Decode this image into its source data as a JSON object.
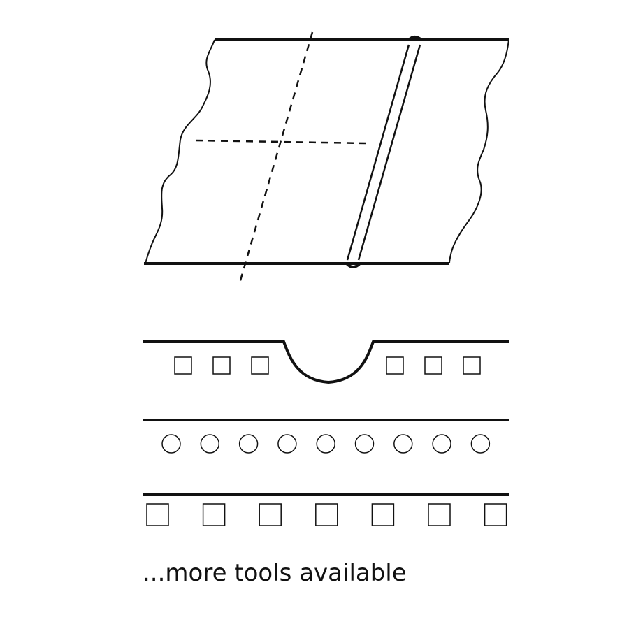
{
  "caption": "...more tools available",
  "colors": {
    "ink": "#111111",
    "background": "#ffffff"
  },
  "rows": [
    {
      "name": "notched-row",
      "marker": "square",
      "count_left": 3,
      "count_right": 3,
      "has_notch": true
    },
    {
      "name": "circle-row",
      "marker": "circle",
      "count": 9
    },
    {
      "name": "large-square-row",
      "marker": "square",
      "count": 7
    }
  ]
}
